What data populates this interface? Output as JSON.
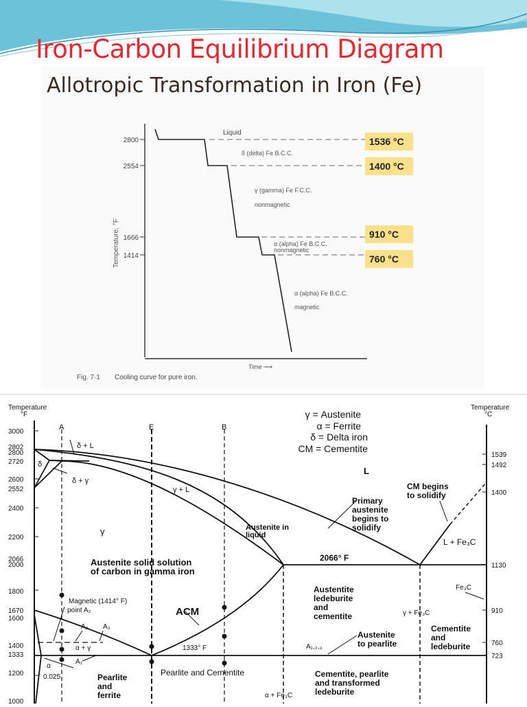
{
  "slide": {
    "title": "Iron-Carbon Equilibrium Diagram",
    "subtitle": "Allotropic Transformation in Iron (Fe)",
    "accent_color": "#e8262e",
    "wave_colors": [
      "#5bbad5",
      "#a6dfe9"
    ]
  },
  "cooling_curve": {
    "y_axis_label": "Temperature, °F",
    "x_axis_label": "Time ⟶",
    "caption_fig": "Fig. 7·1",
    "caption_text": "Cooling curve for pure iron.",
    "y_ticks": [
      "2800",
      "2554",
      "1666",
      "1414"
    ],
    "phase_labels": {
      "liquid": "Liquid",
      "delta": "δ (delta) Fe  B.C.C.",
      "gamma": "γ (gamma) Fe  F.C.C.",
      "gamma_note": "nonmagnetic",
      "alpha_nm": "α (alpha) Fe  B.C.C.",
      "alpha_nm_note": "nonmagnetic",
      "alpha_m": "α (alpha) Fe  B.C.C.",
      "alpha_m_note": "magnetic"
    },
    "badges": [
      "1536 °C",
      "1400 °C",
      "910 °C",
      "760 °C"
    ]
  },
  "phase_diagram": {
    "left_axis_title": "Temperature",
    "left_axis_unit": "°F",
    "right_axis_title": "Temperature",
    "right_axis_unit": "°C",
    "left_ticks": [
      "3000",
      "2802",
      "2800",
      "2720",
      "2600",
      "2552",
      "2400",
      "2200",
      "2066",
      "2000",
      "1800",
      "1670",
      "1600",
      "1400",
      "1333",
      "1200",
      "1000"
    ],
    "right_ticks": [
      "1539",
      "1492",
      "1400",
      "1130",
      "910",
      "760",
      "723"
    ],
    "vertical_lines": [
      "A",
      "E",
      "B"
    ],
    "legend": [
      "γ = Austenite",
      "α = Ferrite",
      "δ = Delta  iron",
      "CM = Cementite"
    ],
    "labels": {
      "delta_L": "δ + L",
      "delta": "δ",
      "delta_gamma": "δ + γ",
      "gamma_L": "γ + L",
      "L": "L",
      "gamma": "γ",
      "austenite_in_liquid_1": "Austenite in",
      "austenite_in_liquid_2": "liquid",
      "primary_1": "Primary",
      "primary_2": "austenite",
      "primary_3": "begins to",
      "primary_4": "solidify",
      "cm_begins_1": "CM begins",
      "cm_begins_2": "to solidify",
      "L_fe3c": "L + Fe₃C",
      "t2066": "2066° F",
      "solid_solution_1": "Austenite solid solution",
      "solid_solution_2": "of carbon in gamma iron",
      "magnetic_1": "Magnetic (1414° F)",
      "magnetic_2": "point  A₂",
      "acm": "ACM",
      "a2": "A₂",
      "a3": "A₃",
      "alpha_gamma": "α + γ",
      "t1333": "1333° F",
      "a1": "A₁",
      "alpha": "α",
      "c0025": "0.025",
      "pearlite_ferrite_1": "Pearlite",
      "pearlite_ferrite_2": "and",
      "pearlite_ferrite_3": "ferrite",
      "pearlite_cementite": "Pearlite and Cementite",
      "alpha_fe3c": "α + Fe₃C",
      "aus_led_1": "Austentite",
      "aus_led_2": "ledeburite",
      "aus_led_3": "and",
      "aus_led_4": "cementite",
      "gamma_fe3c": "γ + Fe₃C",
      "fe3c": "Fe₃C",
      "aus_pearlite_1": "Austenite",
      "aus_pearlite_2": "to pearlite",
      "a123": "A₁,₂,₃",
      "cem_led_1": "Cementite",
      "cem_led_2": "and",
      "cem_led_3": "ledeburite",
      "cpt_1": "Cementite, pearlite",
      "cpt_2": "and transformed",
      "cpt_3": "ledeburite"
    }
  }
}
